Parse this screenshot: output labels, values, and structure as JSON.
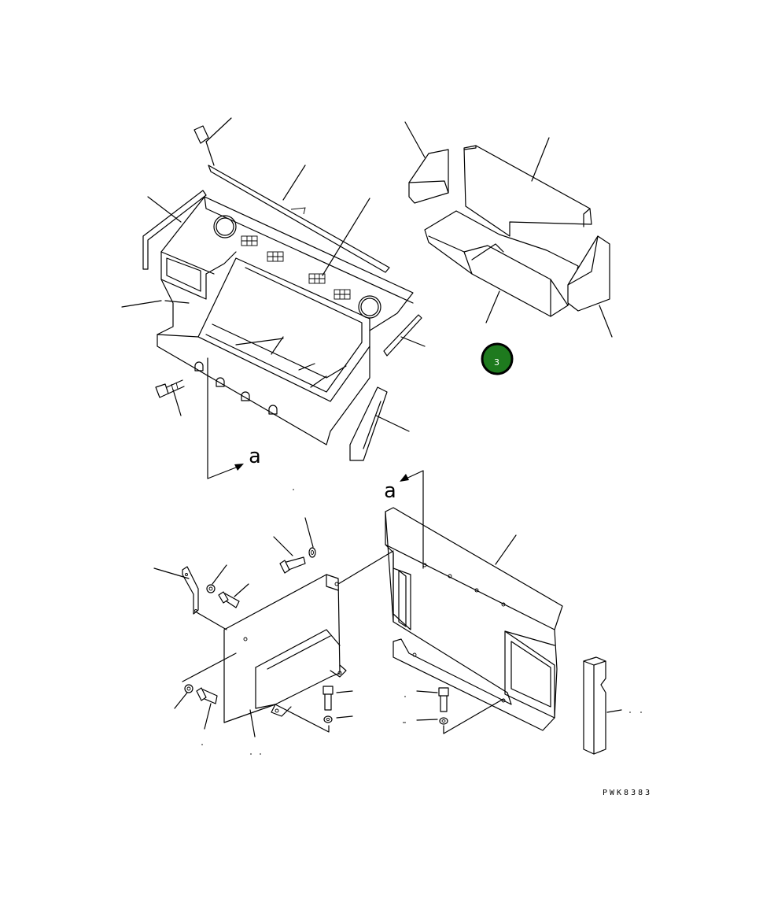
{
  "view_arrow_label_top": "a",
  "view_arrow_label_bottom": "a",
  "drawing_code": "PWK8383",
  "callout_marker": {
    "number": "3",
    "fill_color": "#1e7a1e",
    "ring_color": "#000000"
  }
}
